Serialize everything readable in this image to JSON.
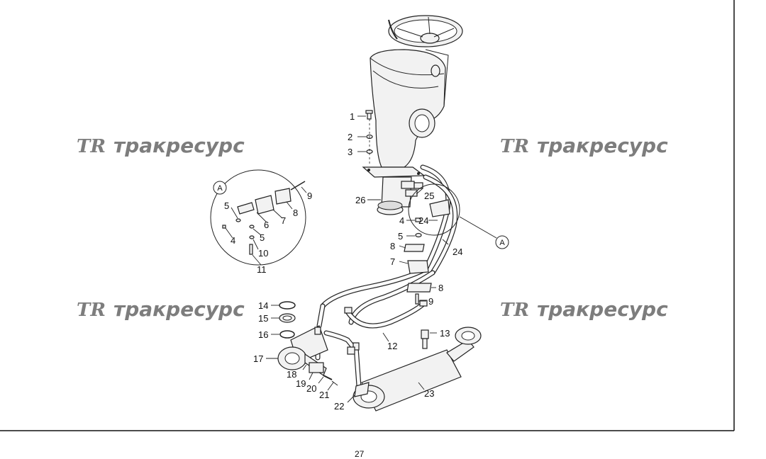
{
  "watermark": {
    "logo": "TR",
    "text": "тракресурс"
  },
  "detail_view_label": "A",
  "callouts": {
    "c1": "1",
    "c2": "2",
    "c3": "3",
    "c4a": "4",
    "c4b": "4",
    "c5a": "5",
    "c5b": "5",
    "c5c": "5",
    "c6": "6",
    "c7a": "7",
    "c7b": "7",
    "c8a": "8",
    "c8b": "8",
    "c8c": "8",
    "c9a": "9",
    "c9b": "9",
    "c10": "10",
    "c11": "11",
    "c12": "12",
    "c13": "13",
    "c14": "14",
    "c15": "15",
    "c16": "16",
    "c17": "17",
    "c18": "18",
    "c19": "19",
    "c20": "20",
    "c21": "21",
    "c22": "22",
    "c23": "23",
    "c24a": "24",
    "c24b": "24",
    "c25": "25",
    "c26": "26"
  },
  "page_number": "27"
}
